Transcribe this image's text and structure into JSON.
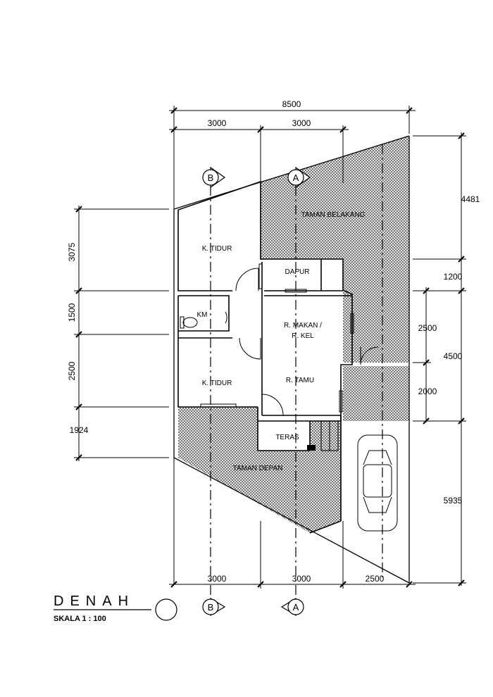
{
  "title": {
    "main": "DENAH",
    "scale": "SKALA  1 : 100"
  },
  "section_markers": {
    "a": "A",
    "b": "B"
  },
  "rooms": {
    "taman_belakang": "TAMAN BELAKANG",
    "k_tidur_1": "K. TIDUR",
    "k_tidur_2": "K. TIDUR",
    "dapur": "DAPUR",
    "km": "KM",
    "r_makan": "R. MAKAN /",
    "r_kel": "R. KEL",
    "r_tamu": "R. TAMU",
    "teras": "TERAS",
    "taman_depan": "TAMAN DEPAN"
  },
  "dimensions": {
    "top_total": "8500",
    "top_left": "3000",
    "top_mid": "3000",
    "bottom_left": "3000",
    "bottom_mid": "3000",
    "bottom_right": "2500",
    "right_1": "4481",
    "right_2": "1200",
    "right_3": "4500",
    "right_4": "5935",
    "right_inner_1": "2500",
    "right_inner_2": "2000",
    "left_1": "3075",
    "left_2": "1500",
    "left_3": "2500",
    "left_4": "1924"
  }
}
